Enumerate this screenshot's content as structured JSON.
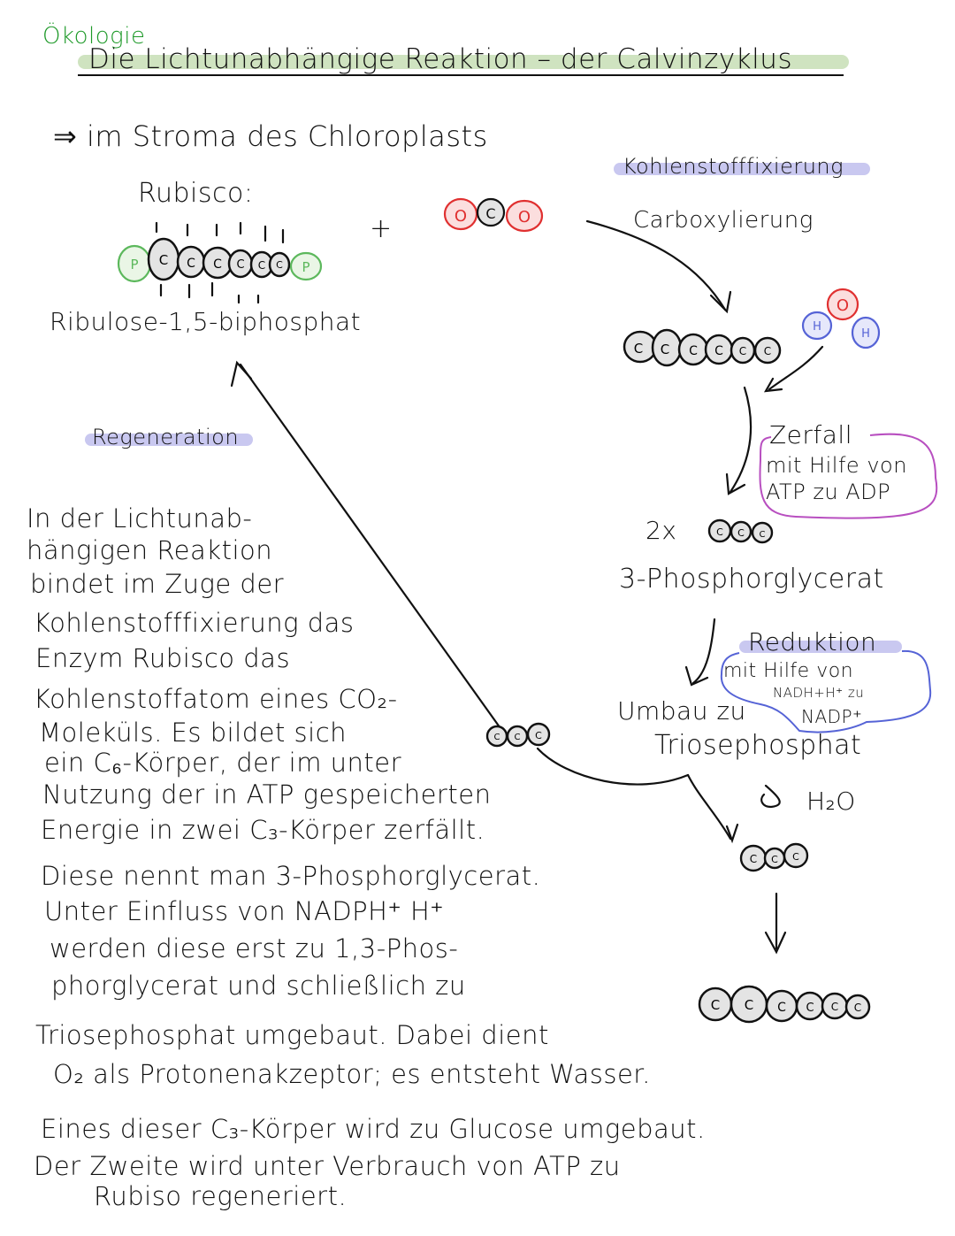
{
  "header": {
    "subject": "Ökologie",
    "title": "Die Lichtunabhängige Reaktion – der Calvinzyklus",
    "location": "⇒ im Stroma des Chloroplasts"
  },
  "diagram": {
    "rubisco_label": "Rubisco:",
    "rubp_label": "Ribulose-1,5-biphosphat",
    "plus": "+",
    "phases": {
      "fixation": "Kohlenstofffixierung",
      "carboxylation": "Carboxylierung",
      "regeneration": "Regeneration"
    },
    "cleavage": {
      "label": "Zerfall",
      "note_line1": "mit Hilfe von",
      "note_line2": "ATP zu ADP"
    },
    "three_pg": {
      "multiplier": "2x",
      "label": "3-Phosphorglycerat"
    },
    "reduction": {
      "label": "Reduktion",
      "note_line1": "mit Hilfe von",
      "note_line2": "NADH+H⁺ zu",
      "note_line3": "NADP⁺"
    },
    "conversion": {
      "line1": "Umbau zu",
      "line2": "Triosephosphat"
    },
    "water": "H₂O",
    "atoms": {
      "carbon": "C",
      "oxygen": "O",
      "phosphate": "P",
      "hydrogen": "H"
    },
    "colors": {
      "title_highlight": "#cfe3c0",
      "phase_highlight": "#c9c8f0",
      "subject": "#1f9a2a",
      "oxygen": "#e03030",
      "phosphate": "#5cb85c",
      "hydrogen": "#5563d6",
      "atp_box": "#b84fc0",
      "nadph_box": "#5563d6",
      "carbon_fill": "#e4e4e4"
    }
  },
  "paragraphs": [
    "In der Lichtunab-",
    "hängigen Reaktion",
    "bindet im Zuge der",
    "Kohlenstofffixierung das",
    "Enzym Rubisco das",
    "Kohlenstoffatom eines CO₂-",
    "Moleküls. Es bildet sich",
    "ein C₆-Körper, der im unter",
    "Nutzung der in ATP gespeicherten",
    "Energie in zwei C₃-Körper zerfällt.",
    "Diese nennt man 3-Phosphorglycerat.",
    "Unter Einfluss von NADPH⁺ H⁺",
    "werden diese erst zu 1,3-Phos-",
    "phorglycerat und schließlich zu",
    "Triosephosphat umgebaut. Dabei dient",
    "O₂ als Protonenakzeptor; es entsteht Wasser.",
    "Eines dieser C₃-Körper wird zu Glucose umgebaut.",
    "Der Zweite wird unter Verbrauch von ATP zu",
    "Rubiso regeneriert."
  ]
}
